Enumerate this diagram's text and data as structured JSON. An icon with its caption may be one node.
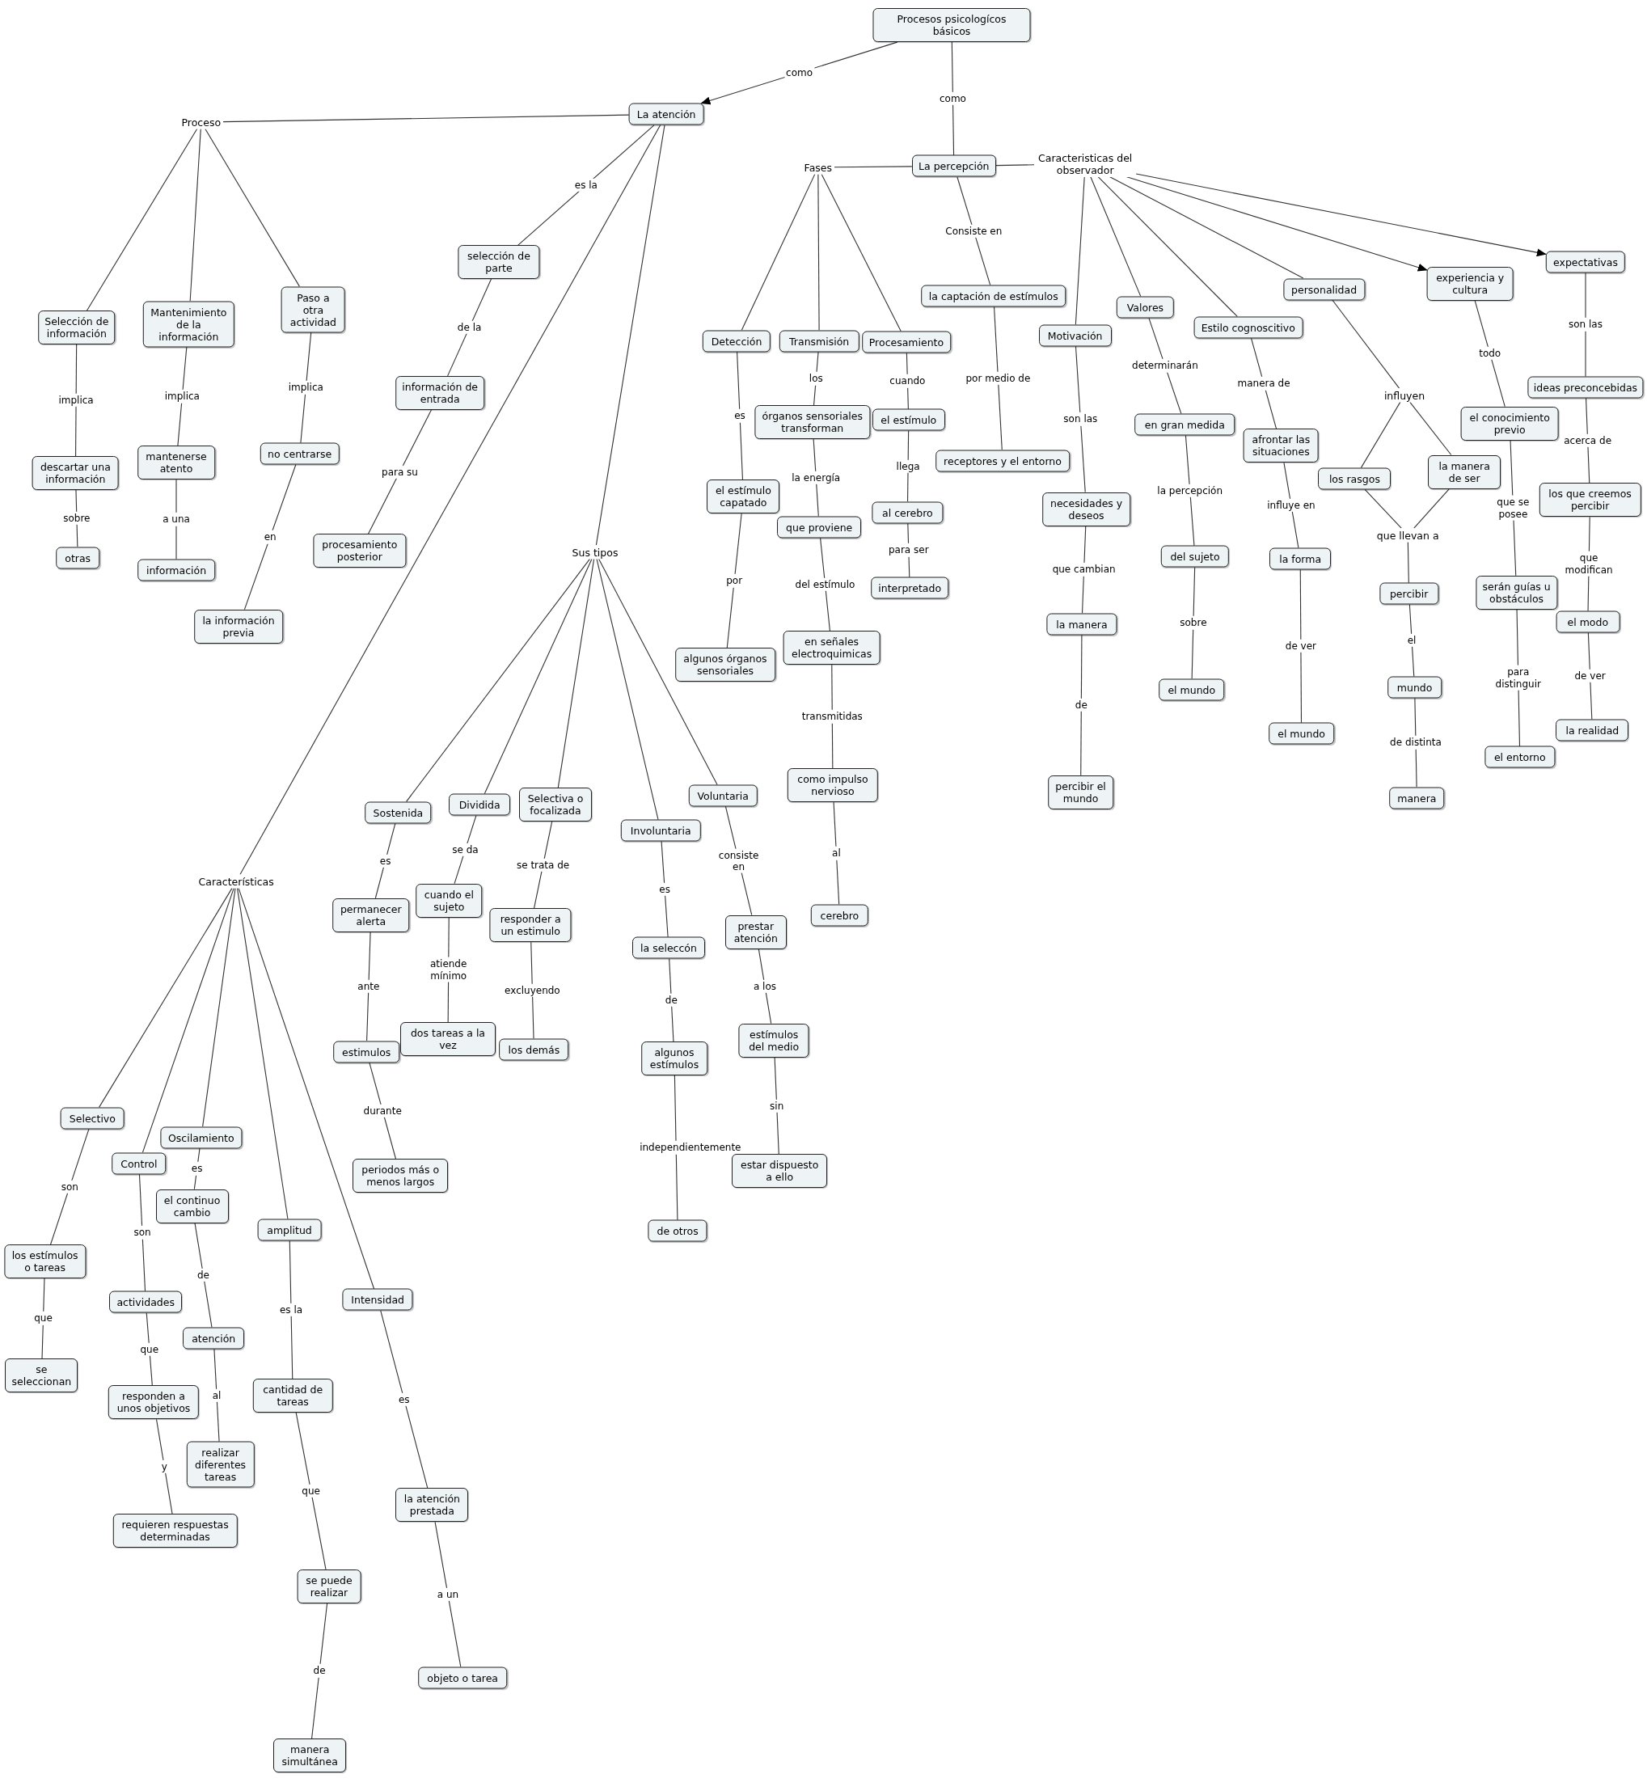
{
  "diagram": {
    "nodes": [
      {
        "text": [
          "Procesos psicologícos básicos"
        ]
      },
      {
        "text": [
          "La atención"
        ]
      },
      {
        "text": [
          "Proceso"
        ]
      },
      {
        "text": [
          "Selección de información"
        ]
      },
      {
        "text": [
          "Mantenimiento de la información"
        ]
      },
      {
        "text": [
          "Paso a otra actividad"
        ]
      },
      {
        "text": [
          "descartar una información"
        ]
      },
      {
        "text": [
          "otras"
        ]
      },
      {
        "text": [
          "mantenerse atento"
        ]
      },
      {
        "text": [
          "información"
        ]
      },
      {
        "text": [
          "no centrarse"
        ]
      },
      {
        "text": [
          "la información previa"
        ]
      },
      {
        "text": [
          "selección de parte"
        ]
      },
      {
        "text": [
          "información de entrada"
        ]
      },
      {
        "text": [
          "procesamiento posterior"
        ]
      },
      {
        "text": [
          "Sus tipos"
        ]
      },
      {
        "text": [
          "Características"
        ]
      },
      {
        "text": [
          "Sostenida"
        ]
      },
      {
        "text": [
          "permanecer alerta"
        ]
      },
      {
        "text": [
          "estimulos"
        ]
      },
      {
        "text": [
          "periodos más o menos largos"
        ]
      },
      {
        "text": [
          "Dividida"
        ]
      },
      {
        "text": [
          "cuando el sujeto"
        ]
      },
      {
        "text": [
          "dos tareas a la vez"
        ]
      },
      {
        "text": [
          "Selectiva o focalizada"
        ]
      },
      {
        "text": [
          "responder a un estimulo"
        ]
      },
      {
        "text": [
          "los demás"
        ]
      },
      {
        "text": [
          "Involuntaria"
        ]
      },
      {
        "text": [
          "la seleccón"
        ]
      },
      {
        "text": [
          "algunos estímulos"
        ]
      },
      {
        "text": [
          "de otros"
        ]
      },
      {
        "text": [
          "Voluntaria"
        ]
      },
      {
        "text": [
          "prestar atención"
        ]
      },
      {
        "text": [
          "estímulos del medio"
        ]
      },
      {
        "text": [
          "estar dispuesto a ello"
        ]
      },
      {
        "text": [
          "Selectivo"
        ]
      },
      {
        "text": [
          "los estímulos o tareas"
        ]
      },
      {
        "text": [
          "se seleccionan"
        ]
      },
      {
        "text": [
          "Control"
        ]
      },
      {
        "text": [
          "actividades"
        ]
      },
      {
        "text": [
          "responden a unos objetivos"
        ]
      },
      {
        "text": [
          "requieren respuestas determinadas"
        ]
      },
      {
        "text": [
          "Oscilamiento"
        ]
      },
      {
        "text": [
          "el continuo cambio"
        ]
      },
      {
        "text": [
          "atención"
        ]
      },
      {
        "text": [
          "realizar diferentes tareas"
        ]
      },
      {
        "text": [
          "amplitud"
        ]
      },
      {
        "text": [
          "cantidad de tareas"
        ]
      },
      {
        "text": [
          "se puede realizar"
        ]
      },
      {
        "text": [
          "manera simultánea"
        ]
      },
      {
        "text": [
          "Intensidad"
        ]
      },
      {
        "text": [
          "la atención prestada"
        ]
      },
      {
        "text": [
          "objeto o tarea"
        ]
      },
      {
        "text": [
          "La percepción"
        ]
      },
      {
        "text": [
          "Fases"
        ]
      },
      {
        "text": [
          "Caracteristicas del observador"
        ]
      },
      {
        "text": [
          "Detección"
        ]
      },
      {
        "text": [
          "el estímulo capatado"
        ]
      },
      {
        "text": [
          "algunos órganos sensoriales"
        ]
      },
      {
        "text": [
          "Transmisión"
        ]
      },
      {
        "text": [
          "órganos sensoriales transforman"
        ]
      },
      {
        "text": [
          "que proviene"
        ]
      },
      {
        "text": [
          "en señales electroquimicas"
        ]
      },
      {
        "text": [
          "como impulso nervioso"
        ]
      },
      {
        "text": [
          "cerebro"
        ]
      },
      {
        "text": [
          "Procesamiento"
        ]
      },
      {
        "text": [
          "el estímulo"
        ]
      },
      {
        "text": [
          "al cerebro"
        ]
      },
      {
        "text": [
          "interpretado"
        ]
      },
      {
        "text": [
          "la captación de estímulos"
        ]
      },
      {
        "text": [
          "receptores y el entorno"
        ]
      },
      {
        "text": [
          "Motivación"
        ]
      },
      {
        "text": [
          "necesidades y deseos"
        ]
      },
      {
        "text": [
          "la manera"
        ]
      },
      {
        "text": [
          "percibir el mundo"
        ]
      },
      {
        "text": [
          "Valores"
        ]
      },
      {
        "text": [
          "en gran medida"
        ]
      },
      {
        "text": [
          "del sujeto"
        ]
      },
      {
        "text": [
          "el mundo"
        ]
      },
      {
        "text": [
          "Estilo cognoscitivo"
        ]
      },
      {
        "text": [
          "afrontar las situaciones"
        ]
      },
      {
        "text": [
          "la forma"
        ]
      },
      {
        "text": [
          "el mundo"
        ]
      },
      {
        "text": [
          "personalidad"
        ]
      },
      {
        "text": [
          "influyen"
        ]
      },
      {
        "text": [
          "los rasgos"
        ]
      },
      {
        "text": [
          "la manera de ser"
        ]
      },
      {
        "text": [
          "que llevan a"
        ]
      },
      {
        "text": [
          "percibir"
        ]
      },
      {
        "text": [
          "mundo"
        ]
      },
      {
        "text": [
          "manera"
        ]
      },
      {
        "text": [
          "experiencia y cultura"
        ]
      },
      {
        "text": [
          "el conocimiento previo"
        ]
      },
      {
        "text": [
          "serán guías u obstáculos"
        ]
      },
      {
        "text": [
          "el entorno"
        ]
      },
      {
        "text": [
          "expectativas"
        ]
      },
      {
        "text": [
          "ideas preconcebidas"
        ]
      },
      {
        "text": [
          "los que creemos percibir"
        ]
      },
      {
        "text": [
          "el modo"
        ]
      },
      {
        "text": [
          "la realidad"
        ]
      }
    ],
    "edges": [
      {
        "from": 0,
        "to": 1,
        "arrow": "to",
        "label": "como"
      },
      {
        "from": 0,
        "to": 53,
        "arrow": "none",
        "label": "como"
      },
      {
        "from": 1,
        "to": 2,
        "arrow": "none"
      },
      {
        "from": 2,
        "to": 3,
        "arrow": "none"
      },
      {
        "from": 2,
        "to": 4,
        "arrow": "none"
      },
      {
        "from": 2,
        "to": 5,
        "arrow": "none"
      },
      {
        "from": 3,
        "to": 6,
        "arrow": "none",
        "label": "implica"
      },
      {
        "from": 6,
        "to": 7,
        "arrow": "none",
        "label": "sobre"
      },
      {
        "from": 4,
        "to": 8,
        "arrow": "none",
        "label": "implica"
      },
      {
        "from": 8,
        "to": 9,
        "arrow": "none",
        "label": "a una"
      },
      {
        "from": 5,
        "to": 10,
        "arrow": "none",
        "label": "implica"
      },
      {
        "from": 10,
        "to": 11,
        "arrow": "none",
        "label": "en"
      },
      {
        "from": 1,
        "to": 12,
        "arrow": "none",
        "label": "es la"
      },
      {
        "from": 12,
        "to": 13,
        "arrow": "none",
        "label": "de la"
      },
      {
        "from": 13,
        "to": 14,
        "arrow": "none",
        "label": "para su"
      },
      {
        "from": 1,
        "to": 15,
        "arrow": "none"
      },
      {
        "from": 1,
        "to": 16,
        "arrow": "none"
      },
      {
        "from": 15,
        "to": 17,
        "arrow": "none"
      },
      {
        "from": 15,
        "to": 21,
        "arrow": "none"
      },
      {
        "from": 15,
        "to": 24,
        "arrow": "none"
      },
      {
        "from": 15,
        "to": 27,
        "arrow": "none"
      },
      {
        "from": 15,
        "to": 31,
        "arrow": "none"
      },
      {
        "from": 17,
        "to": 18,
        "arrow": "none",
        "label": "es"
      },
      {
        "from": 18,
        "to": 19,
        "arrow": "none",
        "label": "ante"
      },
      {
        "from": 19,
        "to": 20,
        "arrow": "none",
        "label": "durante"
      },
      {
        "from": 21,
        "to": 22,
        "arrow": "none",
        "label": "se da"
      },
      {
        "from": 22,
        "to": 23,
        "arrow": "none",
        "label": "atiende mínimo"
      },
      {
        "from": 24,
        "to": 25,
        "arrow": "none",
        "label": "se trata de"
      },
      {
        "from": 25,
        "to": 26,
        "arrow": "none",
        "label": "excluyendo"
      },
      {
        "from": 27,
        "to": 28,
        "arrow": "none",
        "label": "es"
      },
      {
        "from": 28,
        "to": 29,
        "arrow": "none",
        "label": "de"
      },
      {
        "from": 29,
        "to": 30,
        "arrow": "none",
        "label": "independientemente"
      },
      {
        "from": 31,
        "to": 32,
        "arrow": "none",
        "label": "consiste en"
      },
      {
        "from": 32,
        "to": 33,
        "arrow": "none",
        "label": "a los"
      },
      {
        "from": 33,
        "to": 34,
        "arrow": "none",
        "label": "sin"
      },
      {
        "from": 16,
        "to": 35,
        "arrow": "none"
      },
      {
        "from": 16,
        "to": 38,
        "arrow": "none"
      },
      {
        "from": 16,
        "to": 42,
        "arrow": "none"
      },
      {
        "from": 16,
        "to": 46,
        "arrow": "none"
      },
      {
        "from": 16,
        "to": 50,
        "arrow": "none"
      },
      {
        "from": 35,
        "to": 36,
        "arrow": "none",
        "label": "son"
      },
      {
        "from": 36,
        "to": 37,
        "arrow": "none",
        "label": "que"
      },
      {
        "from": 38,
        "to": 39,
        "arrow": "none",
        "label": "son"
      },
      {
        "from": 39,
        "to": 40,
        "arrow": "none",
        "label": "que"
      },
      {
        "from": 40,
        "to": 41,
        "arrow": "none",
        "label": "y"
      },
      {
        "from": 42,
        "to": 43,
        "arrow": "none",
        "label": "es"
      },
      {
        "from": 43,
        "to": 44,
        "arrow": "none",
        "label": "de"
      },
      {
        "from": 44,
        "to": 45,
        "arrow": "none",
        "label": "al"
      },
      {
        "from": 46,
        "to": 47,
        "arrow": "none",
        "label": "es la"
      },
      {
        "from": 47,
        "to": 48,
        "arrow": "none",
        "label": "que"
      },
      {
        "from": 48,
        "to": 49,
        "arrow": "none",
        "label": "de"
      },
      {
        "from": 50,
        "to": 51,
        "arrow": "none",
        "label": "es"
      },
      {
        "from": 51,
        "to": 52,
        "arrow": "none",
        "label": "a un"
      },
      {
        "from": 53,
        "to": 54,
        "arrow": "none"
      },
      {
        "from": 53,
        "to": 55,
        "arrow": "none"
      },
      {
        "from": 54,
        "to": 56,
        "arrow": "none"
      },
      {
        "from": 54,
        "to": 59,
        "arrow": "none"
      },
      {
        "from": 54,
        "to": 65,
        "arrow": "none"
      },
      {
        "from": 56,
        "to": 57,
        "arrow": "none",
        "label": "es"
      },
      {
        "from": 57,
        "to": 58,
        "arrow": "none",
        "label": "por"
      },
      {
        "from": 59,
        "to": 60,
        "arrow": "none",
        "label": "los"
      },
      {
        "from": 60,
        "to": 61,
        "arrow": "none",
        "label": "la energía"
      },
      {
        "from": 61,
        "to": 62,
        "arrow": "none",
        "label": "del estímulo"
      },
      {
        "from": 62,
        "to": 63,
        "arrow": "none",
        "label": "transmitidas"
      },
      {
        "from": 63,
        "to": 64,
        "arrow": "none",
        "label": "al"
      },
      {
        "from": 65,
        "to": 66,
        "arrow": "none",
        "label": "cuando"
      },
      {
        "from": 66,
        "to": 67,
        "arrow": "none",
        "label": "llega"
      },
      {
        "from": 67,
        "to": 68,
        "arrow": "none",
        "label": "para ser"
      },
      {
        "from": 53,
        "to": 69,
        "arrow": "none",
        "label": "Consiste en"
      },
      {
        "from": 69,
        "to": 70,
        "arrow": "none",
        "label": "por medio de"
      },
      {
        "from": 55,
        "to": 71,
        "arrow": "none"
      },
      {
        "from": 55,
        "to": 75,
        "arrow": "none"
      },
      {
        "from": 55,
        "to": 79,
        "arrow": "none"
      },
      {
        "from": 55,
        "to": 83,
        "arrow": "none"
      },
      {
        "from": 55,
        "to": 91,
        "arrow": "to"
      },
      {
        "from": 55,
        "to": 95,
        "arrow": "to"
      },
      {
        "from": 71,
        "to": 72,
        "arrow": "none",
        "label": "son las"
      },
      {
        "from": 72,
        "to": 73,
        "arrow": "none",
        "label": "que cambian"
      },
      {
        "from": 73,
        "to": 74,
        "arrow": "none",
        "label": "de"
      },
      {
        "from": 75,
        "to": 76,
        "arrow": "none",
        "label": "determinarán"
      },
      {
        "from": 76,
        "to": 77,
        "arrow": "none",
        "label": "la percepción"
      },
      {
        "from": 77,
        "to": 78,
        "arrow": "none",
        "label": "sobre"
      },
      {
        "from": 79,
        "to": 80,
        "arrow": "none",
        "label": "manera de"
      },
      {
        "from": 80,
        "to": 81,
        "arrow": "none",
        "label": "influye en"
      },
      {
        "from": 81,
        "to": 82,
        "arrow": "none",
        "label": "de ver"
      },
      {
        "from": 83,
        "to": 84,
        "arrow": "none"
      },
      {
        "from": 84,
        "to": 85,
        "arrow": "none"
      },
      {
        "from": 84,
        "to": 86,
        "arrow": "none"
      },
      {
        "from": 85,
        "to": 87,
        "arrow": "none"
      },
      {
        "from": 86,
        "to": 87,
        "arrow": "none"
      },
      {
        "from": 87,
        "to": 88,
        "arrow": "none"
      },
      {
        "from": 88,
        "to": 89,
        "arrow": "none",
        "label": "el"
      },
      {
        "from": 89,
        "to": 90,
        "arrow": "none",
        "label": "de distinta"
      },
      {
        "from": 91,
        "to": 92,
        "arrow": "none",
        "label": "todo"
      },
      {
        "from": 92,
        "to": 93,
        "arrow": "none",
        "label": "que se posee"
      },
      {
        "from": 93,
        "to": 94,
        "arrow": "none",
        "label": "para distinguir"
      },
      {
        "from": 95,
        "to": 96,
        "arrow": "none",
        "label": "son las"
      },
      {
        "from": 96,
        "to": 97,
        "arrow": "none",
        "label": "acerca de"
      },
      {
        "from": 97,
        "to": 98,
        "arrow": "none",
        "label": "que modifican"
      },
      {
        "from": 98,
        "to": 99,
        "arrow": "none",
        "label": "de ver"
      }
    ]
  }
}
